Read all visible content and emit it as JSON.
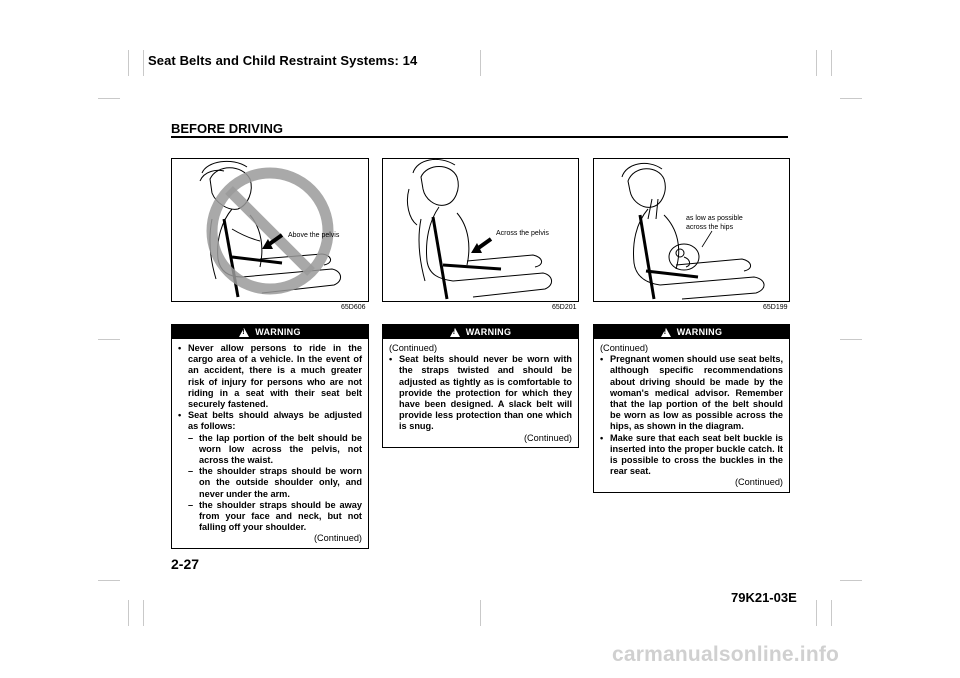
{
  "header": {
    "chapter": "Seat Belts and Child Restraint Systems: 14",
    "section": "BEFORE DRIVING"
  },
  "figures": [
    {
      "code": "65D606",
      "caption": "Above the pelvis"
    },
    {
      "code": "65D201",
      "caption": "Across the pelvis"
    },
    {
      "code": "65D199",
      "caption_line1": "as low as possible",
      "caption_line2": "across the hips"
    }
  ],
  "warnings": [
    {
      "title": "WARNING",
      "items": [
        {
          "marker": "•",
          "text": "Never allow persons to ride in the cargo area of a vehicle. In the event of an accident, there is a much greater risk of injury for persons who are not riding in a seat with their seat belt securely fastened."
        },
        {
          "marker": "•",
          "text": "Seat belts should always be adjusted as follows:"
        }
      ],
      "subitems": [
        {
          "marker": "–",
          "text": "the lap portion of the belt should be worn low across the pelvis, not across the waist."
        },
        {
          "marker": "–",
          "text": "the shoulder straps should be worn on the outside shoulder only, and never under the arm."
        },
        {
          "marker": "–",
          "text": "the shoulder straps should be away from your face and neck, but not falling off your shoulder."
        }
      ],
      "continued_bottom": "(Continued)"
    },
    {
      "title": "WARNING",
      "continued_top": "(Continued)",
      "items": [
        {
          "marker": "•",
          "text": "Seat belts should never be worn with the straps twisted and should be adjusted as tightly as is comfortable to provide the protection for which they have been designed. A slack belt will provide less protection than one which is snug."
        }
      ],
      "continued_bottom": "(Continued)"
    },
    {
      "title": "WARNING",
      "continued_top": "(Continued)",
      "items": [
        {
          "marker": "•",
          "text": "Pregnant women should use seat belts, although specific recommendations about driving should be made by the woman's medical advisor. Remember that the lap portion of the belt should be worn as low as possible across the hips, as shown in the diagram."
        },
        {
          "marker": "•",
          "text": "Make sure that each seat belt buckle is inserted into the proper buckle catch. It is possible to cross the buckles in the rear seat."
        }
      ],
      "continued_bottom": "(Continued)"
    }
  ],
  "footer": {
    "page_number": "2-27",
    "doc_code": "79K21-03E"
  },
  "watermark": "carmanualsonline.info",
  "icons": [
    "warning-triangle-icon",
    "prohibition-sign-icon",
    "arrow-icon"
  ]
}
